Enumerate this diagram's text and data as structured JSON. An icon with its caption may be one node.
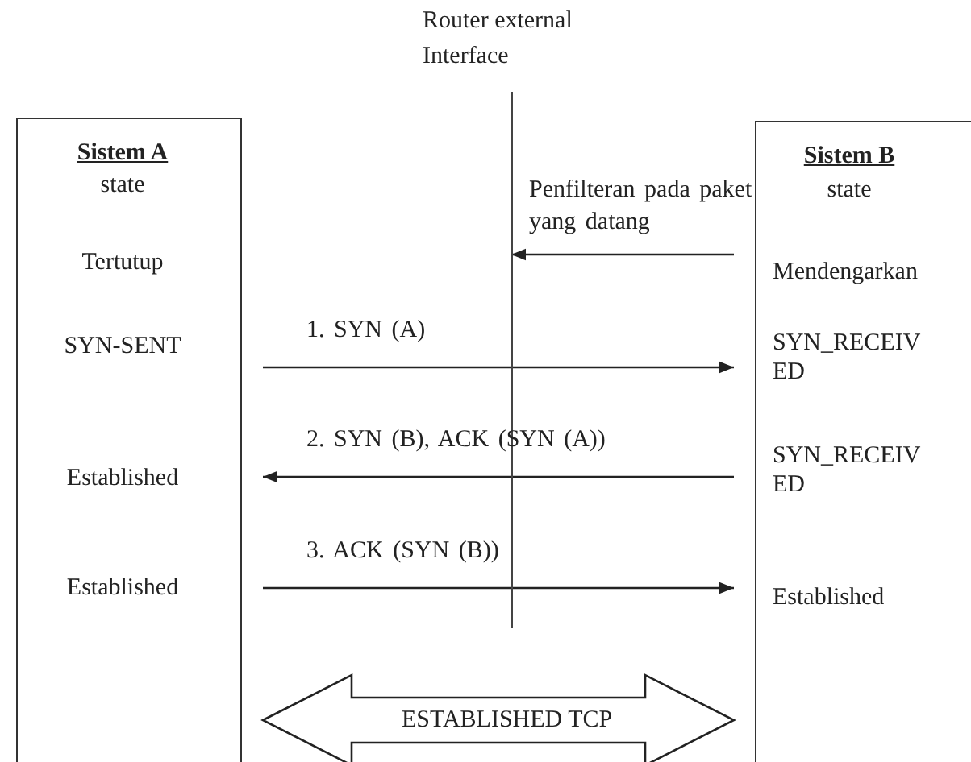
{
  "diagram": {
    "nodes": [
      {
        "text": [
          "Sistem A",
          "state",
          "Tertutup",
          "SYN-SENT",
          "Established",
          "Established"
        ]
      },
      {
        "text": [
          "Sistem B",
          "state",
          "Mendengarkan",
          "SYN_RECEIV ED",
          "SYN_RECEIV ED",
          "Established"
        ]
      },
      {
        "text": [
          "Router external Interface"
        ]
      }
    ],
    "edges": [
      {
        "from": 1,
        "to": 2,
        "arrow": "to",
        "label": "Penfilteran pada paket yang datang"
      },
      {
        "from": 0,
        "to": 1,
        "arrow": "to",
        "label": "1. SYN (A)"
      },
      {
        "from": 1,
        "to": 0,
        "arrow": "to",
        "label": "2. SYN (B), ACK (SYN (A))"
      },
      {
        "from": 0,
        "to": 1,
        "arrow": "to",
        "label": "3. ACK (SYN (B))"
      },
      {
        "from": 0,
        "to": 1,
        "arrow": "both",
        "label": "ESTABLISHED TCP",
        "style": "thick"
      }
    ]
  }
}
